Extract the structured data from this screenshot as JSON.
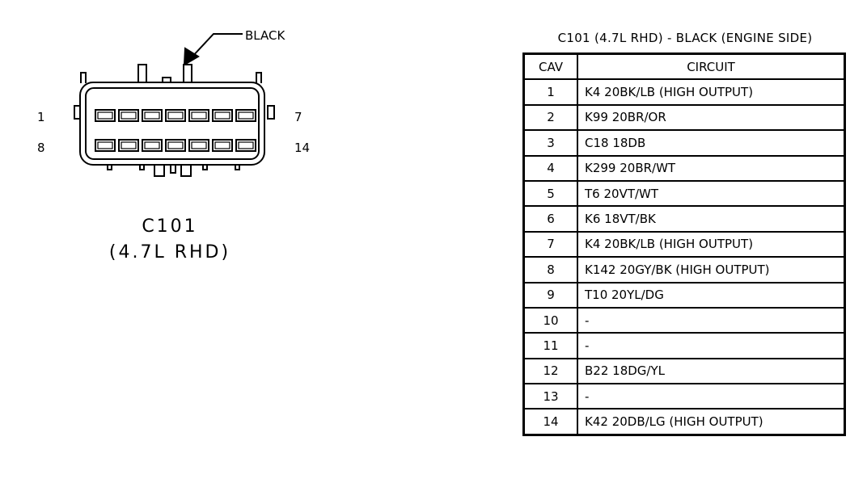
{
  "connector": {
    "color_callout": "BLACK",
    "pin_labels": {
      "top_left": "1",
      "top_right": "7",
      "bottom_left": "8",
      "bottom_right": "14"
    },
    "name": "C101",
    "variant": "(4.7L RHD)"
  },
  "table": {
    "title": "C101 (4.7L RHD) - BLACK (ENGINE SIDE)",
    "headers": {
      "cav": "CAV",
      "circuit": "CIRCUIT"
    },
    "rows": [
      {
        "cav": "1",
        "circuit": "K4 20BK/LB (HIGH OUTPUT)"
      },
      {
        "cav": "2",
        "circuit": "K99 20BR/OR"
      },
      {
        "cav": "3",
        "circuit": "C18 18DB"
      },
      {
        "cav": "4",
        "circuit": "K299 20BR/WT"
      },
      {
        "cav": "5",
        "circuit": "T6 20VT/WT"
      },
      {
        "cav": "6",
        "circuit": "K6 18VT/BK"
      },
      {
        "cav": "7",
        "circuit": "K4 20BK/LB (HIGH OUTPUT)"
      },
      {
        "cav": "8",
        "circuit": "K142 20GY/BK (HIGH OUTPUT)"
      },
      {
        "cav": "9",
        "circuit": "T10 20YL/DG"
      },
      {
        "cav": "10",
        "circuit": "-"
      },
      {
        "cav": "11",
        "circuit": "-"
      },
      {
        "cav": "12",
        "circuit": "B22 18DG/YL"
      },
      {
        "cav": "13",
        "circuit": "-"
      },
      {
        "cav": "14",
        "circuit": "K42 20DB/LG (HIGH OUTPUT)"
      }
    ]
  }
}
